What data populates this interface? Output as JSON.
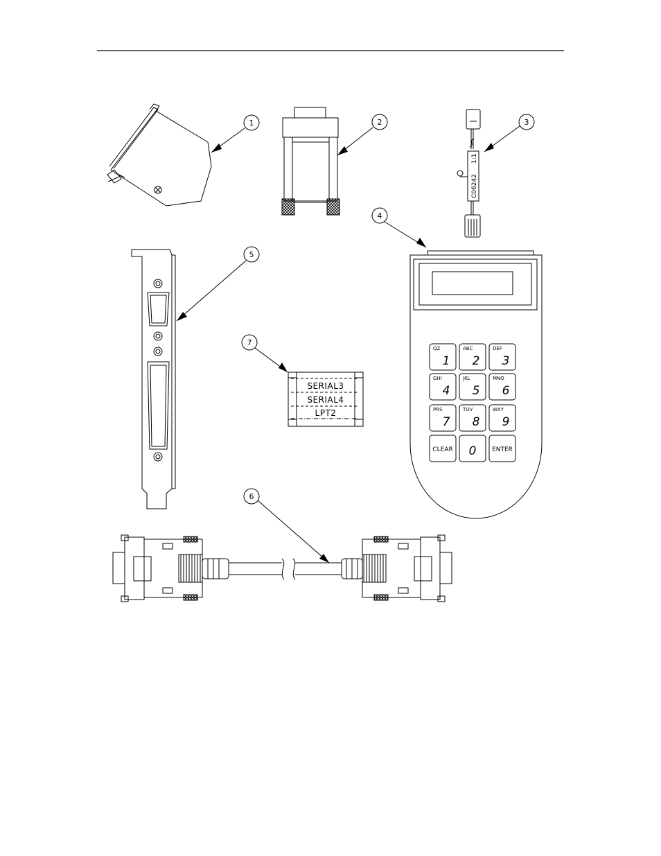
{
  "callouts": [
    "1",
    "2",
    "3",
    "4",
    "5",
    "6",
    "7"
  ],
  "cable_marking": {
    "part": "C06242",
    "ratio": "1:1"
  },
  "keypad": {
    "keys": [
      {
        "letters": "QZ",
        "digit": "1"
      },
      {
        "letters": "ABC",
        "digit": "2"
      },
      {
        "letters": "DEF",
        "digit": "3"
      },
      {
        "letters": "GHI",
        "digit": "4"
      },
      {
        "letters": "JKL",
        "digit": "5"
      },
      {
        "letters": "MNO",
        "digit": "6"
      },
      {
        "letters": "PRS",
        "digit": "7"
      },
      {
        "letters": "TUV",
        "digit": "8"
      },
      {
        "letters": "WXY",
        "digit": "9"
      }
    ],
    "clear_label": "CLEAR",
    "zero_label": "0",
    "enter_label": "ENTER"
  },
  "port_label": {
    "lines": [
      "SERIAL3",
      "SERIAL4",
      "LPT2"
    ]
  }
}
